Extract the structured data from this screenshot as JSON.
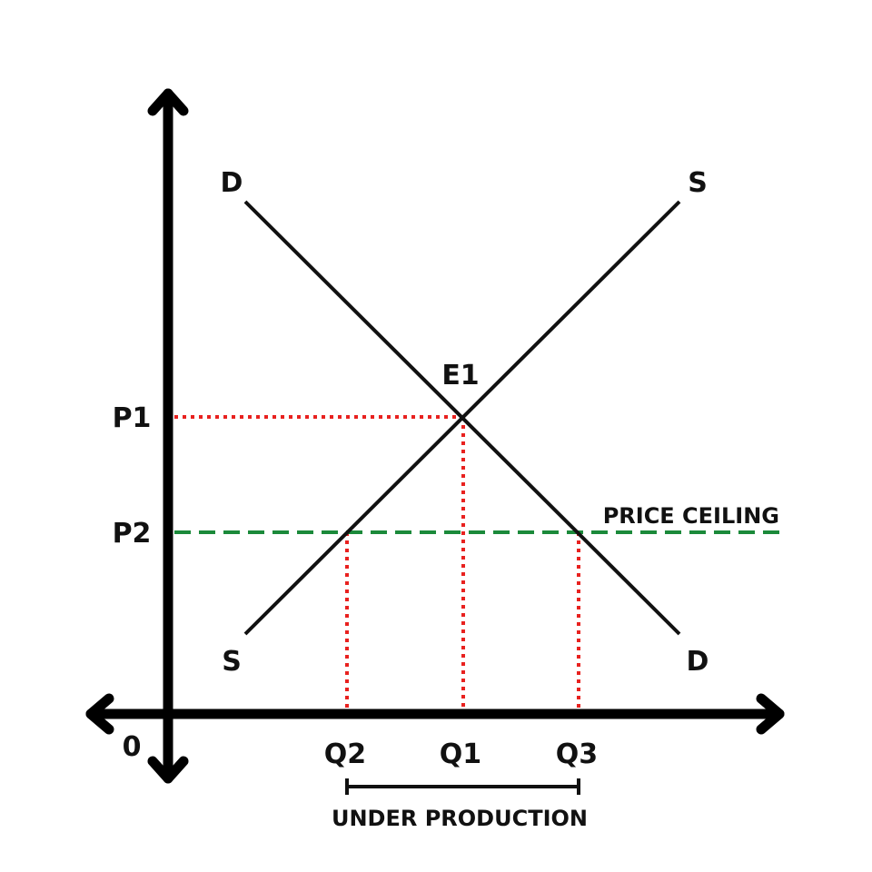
{
  "diagram": {
    "axes": {
      "origin_label": "0"
    },
    "price_labels": {
      "p1": "P1",
      "p2": "P2"
    },
    "quantity_labels": {
      "q1": "Q1",
      "q2": "Q2",
      "q3": "Q3"
    },
    "curves": {
      "demand_top_label": "D",
      "demand_bottom_label": "D",
      "supply_top_label": "S",
      "supply_bottom_label": "S"
    },
    "equilibrium_label": "E1",
    "price_ceiling_label": "PRICE CEILING",
    "gap_label": "UNDER PRODUCTION",
    "colors": {
      "curve": "#111111",
      "axis": "#000000",
      "reference_dotted": "#e8211f",
      "price_ceiling": "#1b8a3a"
    }
  }
}
